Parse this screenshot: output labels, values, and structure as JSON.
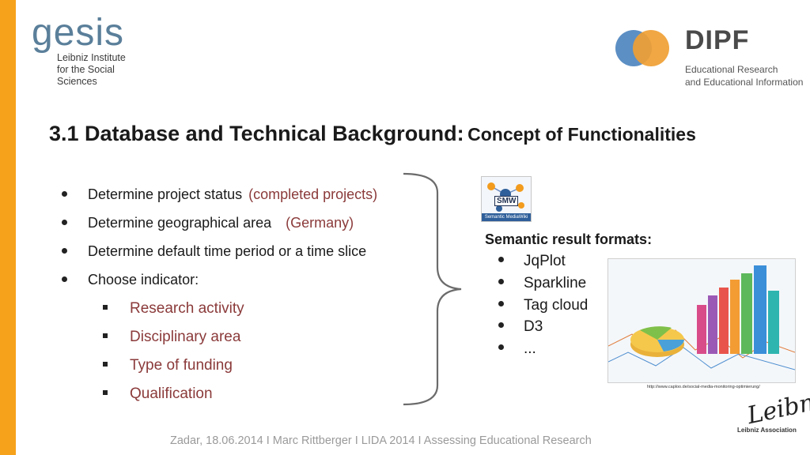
{
  "logos": {
    "gesis": {
      "word": "gesis",
      "line1": "Leibniz Institute",
      "line2": "for the Social Sciences"
    },
    "dipf": {
      "word": "DIPF",
      "line1": "Educational Research",
      "line2": "and Educational Information"
    },
    "smw": {
      "tag": "SMW",
      "band": "Semantic MediaWiki"
    },
    "leibniz": {
      "signature": "Leibniz",
      "assoc": "Leibniz Association"
    }
  },
  "title": {
    "main": "3.1 Database and Technical Background:",
    "sub": "Concept of Functionalities"
  },
  "bullets": [
    {
      "text": "Determine project status",
      "note": "(completed  projects)"
    },
    {
      "text": "Determine geographical area",
      "note": "(Germany)"
    },
    {
      "text": "Determine default time period or a time slice",
      "note": ""
    },
    {
      "text": "Choose indicator:",
      "note": ""
    }
  ],
  "indicators": [
    "Research activity",
    "Disciplinary area",
    "Type of funding",
    "Qualification"
  ],
  "semantic": {
    "title": "Semantic result formats:",
    "formats": [
      "JqPlot",
      "Sparkline",
      "Tag cloud",
      "D3",
      "..."
    ]
  },
  "image_caption": "http://www.caploo.de/social-media-monitoring-optimierung/",
  "footer": "Zadar, 18.06.2014   I   Marc Rittberger   I   LIDA 2014   I   Assessing Educational Research"
}
